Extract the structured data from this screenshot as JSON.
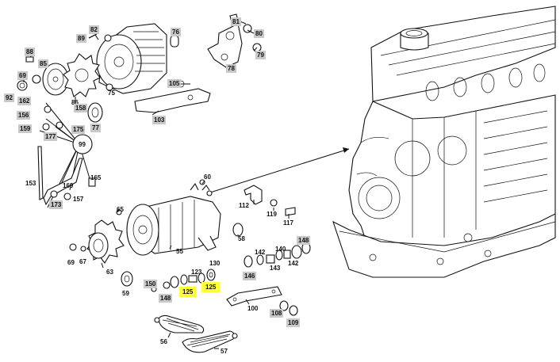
{
  "diagram": {
    "callouts": [
      {
        "id": "c81",
        "text": "81"
      },
      {
        "id": "c80",
        "text": "80"
      },
      {
        "id": "c82",
        "text": "82"
      },
      {
        "id": "c76",
        "text": "76"
      },
      {
        "id": "c89",
        "text": "89"
      },
      {
        "id": "c88",
        "text": "88"
      },
      {
        "id": "c85",
        "text": "85"
      },
      {
        "id": "c79",
        "text": "79"
      },
      {
        "id": "c69a",
        "text": "69"
      },
      {
        "id": "c78",
        "text": "78"
      },
      {
        "id": "c92",
        "text": "92"
      },
      {
        "id": "c105",
        "text": "105"
      },
      {
        "id": "c75",
        "text": "75"
      },
      {
        "id": "c86",
        "text": "86"
      },
      {
        "id": "c162",
        "text": "162"
      },
      {
        "id": "c103",
        "text": "103"
      },
      {
        "id": "c156",
        "text": "156"
      },
      {
        "id": "c158",
        "text": "158"
      },
      {
        "id": "c175",
        "text": "175"
      },
      {
        "id": "c77",
        "text": "77"
      },
      {
        "id": "c159",
        "text": "159"
      },
      {
        "id": "c177",
        "text": "177"
      },
      {
        "id": "c99",
        "text": "99"
      },
      {
        "id": "c153",
        "text": "153"
      },
      {
        "id": "c165",
        "text": "165"
      },
      {
        "id": "c169",
        "text": "169"
      },
      {
        "id": "c60",
        "text": "60"
      },
      {
        "id": "c173",
        "text": "173"
      },
      {
        "id": "c157",
        "text": "157"
      },
      {
        "id": "c112",
        "text": "112"
      },
      {
        "id": "c119",
        "text": "119"
      },
      {
        "id": "c65",
        "text": "65"
      },
      {
        "id": "c117",
        "text": "117"
      },
      {
        "id": "c58",
        "text": "58"
      },
      {
        "id": "c148",
        "text": "148"
      },
      {
        "id": "c142a",
        "text": "142"
      },
      {
        "id": "c140",
        "text": "140"
      },
      {
        "id": "c55",
        "text": "55"
      },
      {
        "id": "c69b",
        "text": "69"
      },
      {
        "id": "c67",
        "text": "67"
      },
      {
        "id": "c142b",
        "text": "142"
      },
      {
        "id": "c143",
        "text": "143"
      },
      {
        "id": "c130",
        "text": "130"
      },
      {
        "id": "c63",
        "text": "63"
      },
      {
        "id": "c146",
        "text": "146"
      },
      {
        "id": "c123",
        "text": "123"
      },
      {
        "id": "c150",
        "text": "150"
      },
      {
        "id": "c125a",
        "text": "125"
      },
      {
        "id": "c125b",
        "text": "125"
      },
      {
        "id": "c59",
        "text": "59"
      },
      {
        "id": "c148b",
        "text": "148"
      },
      {
        "id": "c100",
        "text": "100"
      },
      {
        "id": "c108",
        "text": "108"
      },
      {
        "id": "c109",
        "text": "109"
      },
      {
        "id": "c56",
        "text": "56"
      },
      {
        "id": "c57",
        "text": "57"
      }
    ],
    "highlight_color": "#ffff3a",
    "label_color": "#c9c9c9"
  }
}
